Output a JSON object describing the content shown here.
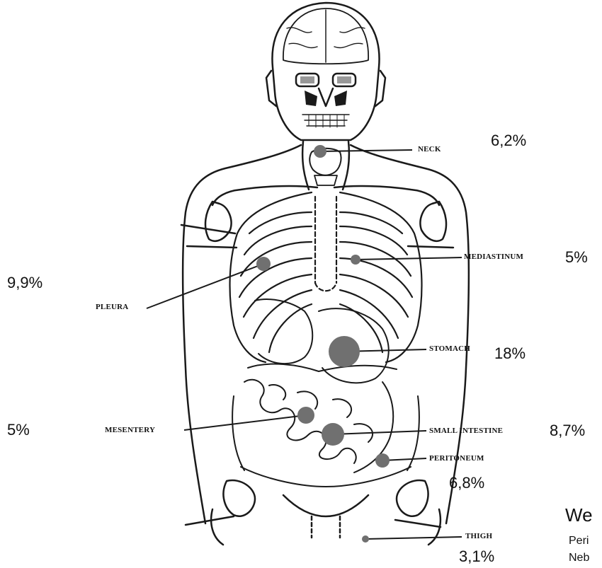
{
  "sites": [
    {
      "key": "neck",
      "label": "NECK",
      "percent": "6,2%",
      "marker_size": "medium"
    },
    {
      "key": "mediastinum",
      "label": "MEDIASTINUM",
      "percent": "5%",
      "marker_size": "small"
    },
    {
      "key": "pleura",
      "label": "PLEURA",
      "percent": "9,9%",
      "marker_size": "medium"
    },
    {
      "key": "stomach",
      "label": "STOMACH",
      "percent": "18%",
      "marker_size": "large"
    },
    {
      "key": "mesentery",
      "label": "MESENTERY",
      "percent": "5%",
      "marker_size": "medium"
    },
    {
      "key": "small_intestine",
      "label": "SMALL INTESTINE",
      "percent": "8,7%",
      "marker_size": "large"
    },
    {
      "key": "peritoneum",
      "label": "PERITONEUM",
      "percent": "6,8%",
      "marker_size": "medium"
    },
    {
      "key": "thigh",
      "label": "THIGH",
      "percent": "3,1%",
      "marker_size": "tiny"
    }
  ],
  "corner_text": {
    "title": "We",
    "line1": "Peri",
    "line2": "Neb"
  },
  "colors": {
    "marker": "#707070",
    "ink": "#1a1a1a",
    "background": "#ffffff"
  }
}
